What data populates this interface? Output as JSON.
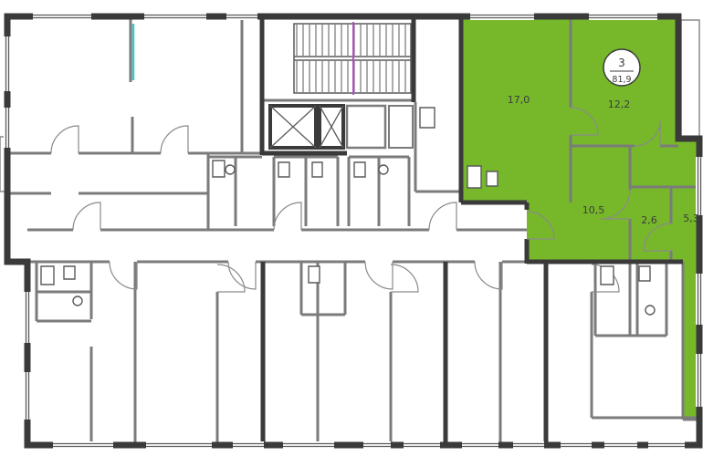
{
  "plan": {
    "colors": {
      "highlight": "#76b82a",
      "outer_wall": "#3a3a3a",
      "inner_wall": "#7b7b7b",
      "thin_line": "#8a8a8a",
      "fixture": "#5a5a5a",
      "label": "#3d3d3d",
      "accent_cyan": "#45c5cb",
      "accent_magenta": "#b44bc8"
    },
    "apartment": {
      "number": "3",
      "total_area": "81,9",
      "rooms": [
        "17,0",
        "12,2",
        "10,5",
        "2,6",
        "5,3"
      ]
    }
  }
}
